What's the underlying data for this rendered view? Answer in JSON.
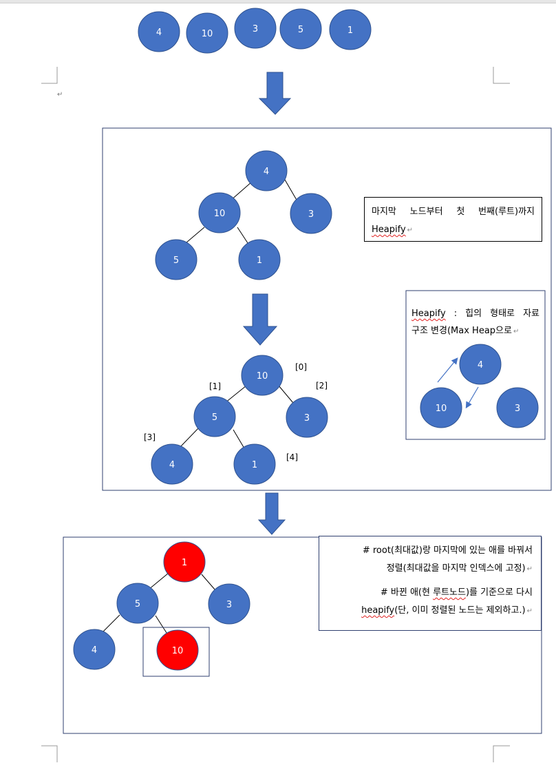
{
  "input_array": [
    "4",
    "10",
    "3",
    "5",
    "1"
  ],
  "tree1": {
    "root": "4",
    "left": "10",
    "right": "3",
    "left_left": "5",
    "left_right": "1"
  },
  "tree2": {
    "root": "10",
    "left": "5",
    "right": "3",
    "left_left": "4",
    "left_right": "1"
  },
  "tree2_indices": [
    "[0]",
    "[1]",
    "[2]",
    "[3]",
    "[4]"
  ],
  "tree3": {
    "root": "1",
    "left": "5",
    "right": "3",
    "left_left": "4",
    "left_right": "10"
  },
  "note1": {
    "line1": "마지막 노드부터 첫 번째(루트)까지",
    "line2": "Heapify"
  },
  "note2": {
    "term": "Heapify",
    "sep": " : ",
    "text1": "힙의 형태로 자료",
    "text2": "구조 변경(Max Heap으로"
  },
  "note2_example": {
    "top": "4",
    "bottom_left": "10",
    "right": "3"
  },
  "note3": {
    "line1": "# root(최대값)랑 마지막에 있는 애를 바꿔서",
    "line2": "정렬(최대값을 마지막 인덱스에 고정)",
    "line3_pre": "# 바뀐 애(현 ",
    "line3_squig": "루트노드",
    "line3_post": ")를 기준으로 다시",
    "line4_squig": "heapify",
    "line4_post": "(단, 이미 정렬된 노드는 제외하고.)"
  },
  "colors": {
    "node_blue": "#4472c4",
    "node_red": "#ff0000",
    "node_outline": "#2f528f",
    "box_border": "#2f3f6f",
    "arrow_blue": "#4472c4"
  },
  "para_mark": "↵"
}
